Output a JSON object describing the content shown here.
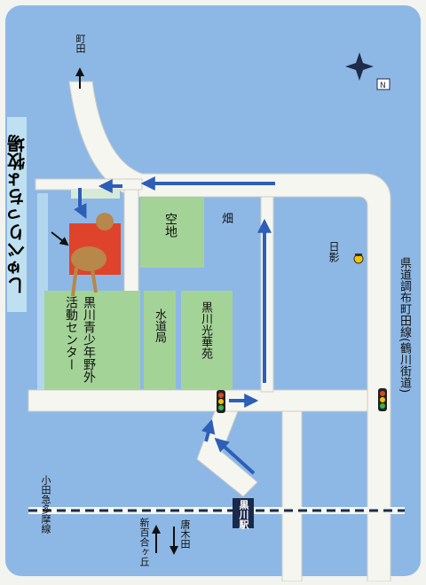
{
  "title": "しゅべりっちょ牧場",
  "areas": {
    "vacant_lot": "空地",
    "youth_center": "黒川青少年野外活動センター",
    "water_bureau": "水道局",
    "kokko_en": "黒川光華苑",
    "field_kanji": "畑"
  },
  "labels": {
    "machida": "町田",
    "hikage": "日影",
    "route": "県道調布町田線(鶴川街道)",
    "railway": "小田急多摩線",
    "station": "黒川駅",
    "to_karakida": "唐木田",
    "to_shinyurigaoka": "新百合ヶ丘"
  },
  "colors": {
    "sky": "#8db8e5",
    "road": "#f6f6f0",
    "block": "#a4d397",
    "arrow": "#2d5fb8",
    "station_bg": "#1a2a4a",
    "title_bg": "#bfe0f0"
  }
}
